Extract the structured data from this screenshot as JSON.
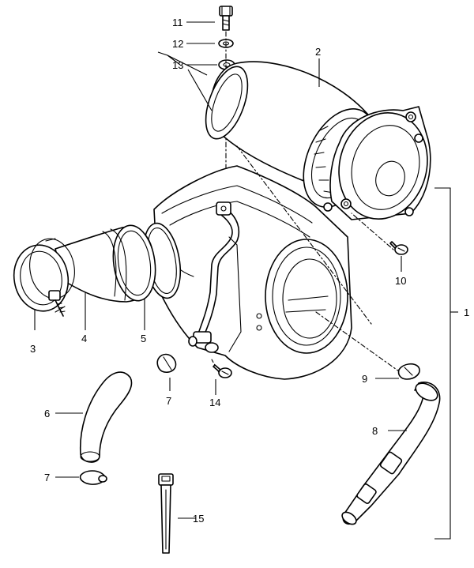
{
  "callouts": {
    "c1": "1",
    "c2": "2",
    "c3": "3",
    "c4": "4",
    "c5": "5",
    "c6": "6",
    "c7a": "7",
    "c7b": "7",
    "c8": "8",
    "c9": "9",
    "c10": "10",
    "c11": "11",
    "c12": "12",
    "c13": "13",
    "c14": "14",
    "c15": "15"
  }
}
